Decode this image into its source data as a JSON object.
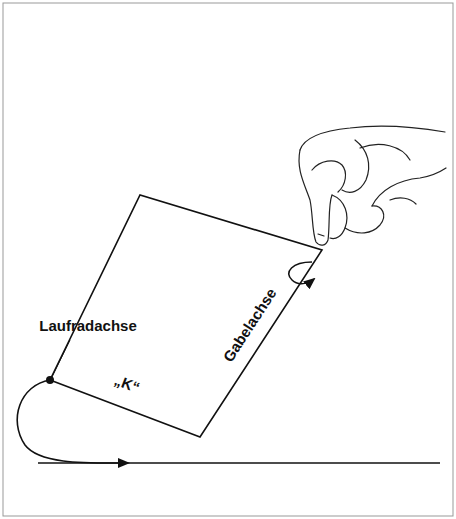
{
  "diagram": {
    "labels": [
      "Laufradachse",
      "„K“",
      "Gabelachse"
    ]
  }
}
